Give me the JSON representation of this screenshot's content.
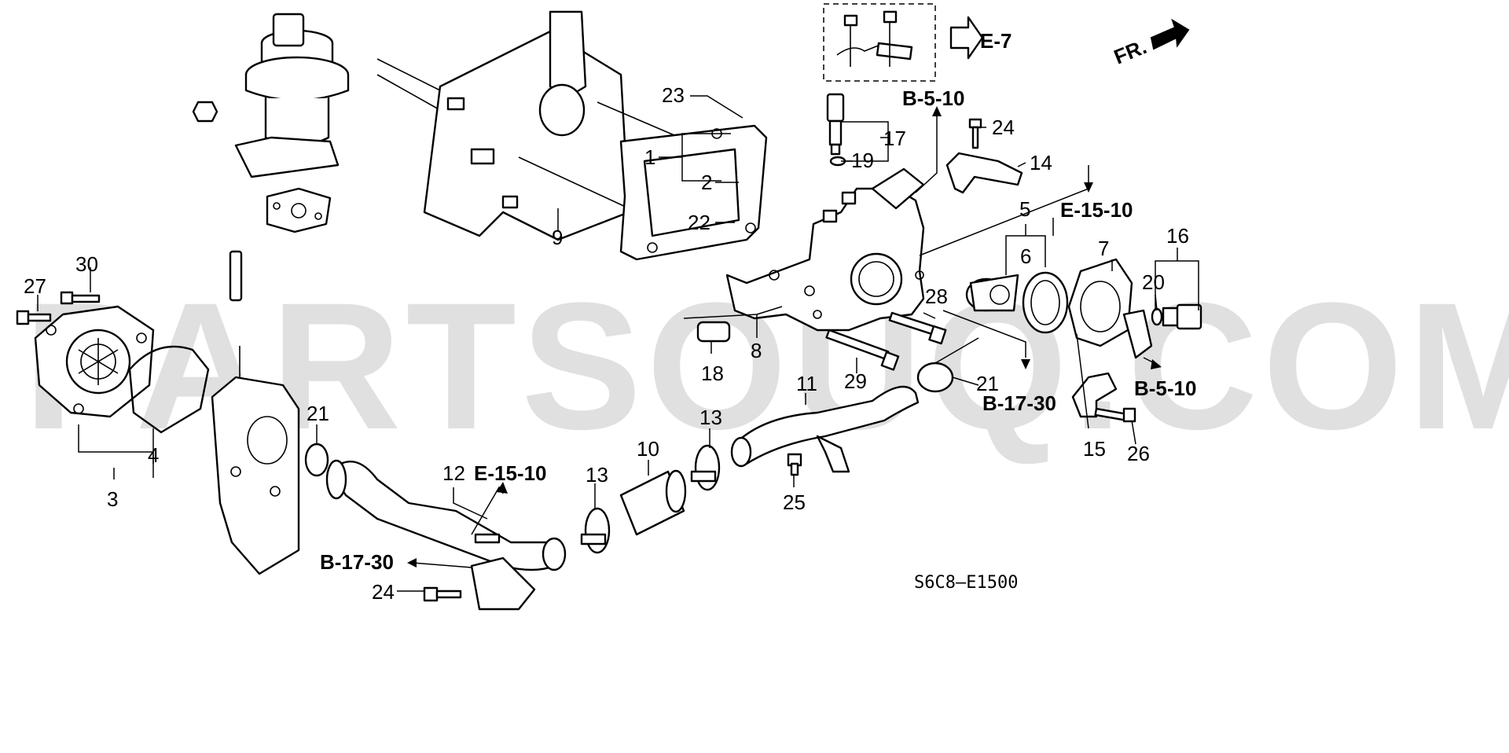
{
  "watermark": "PARTSOUQ.COM",
  "diagram_code": "S6C8—E1500",
  "direction_label": "FR.",
  "refs": {
    "e7": "E-7",
    "b510_top": "B-5-10",
    "e1510_right": "E-15-10",
    "b510_right": "B-5-10",
    "b1730_right": "B-17-30",
    "e1510_bottom": "E-15-10",
    "b1730_bottom": "B-17-30"
  },
  "callouts": {
    "n1": "1",
    "n2": "2",
    "n3": "3",
    "n4": "4",
    "n5": "5",
    "n6": "6",
    "n7": "7",
    "n8": "8",
    "n9": "9",
    "n10": "10",
    "n11": "11",
    "n12": "12",
    "n13a": "13",
    "n13b": "13",
    "n14": "14",
    "n15": "15",
    "n16": "16",
    "n17": "17",
    "n18": "18",
    "n19": "19",
    "n20": "20",
    "n21a": "21",
    "n21b": "21",
    "n22": "22",
    "n23": "23",
    "n24a": "24",
    "n24b": "24",
    "n25": "25",
    "n26": "26",
    "n27": "27",
    "n28": "28",
    "n29": "29",
    "n30": "30"
  }
}
